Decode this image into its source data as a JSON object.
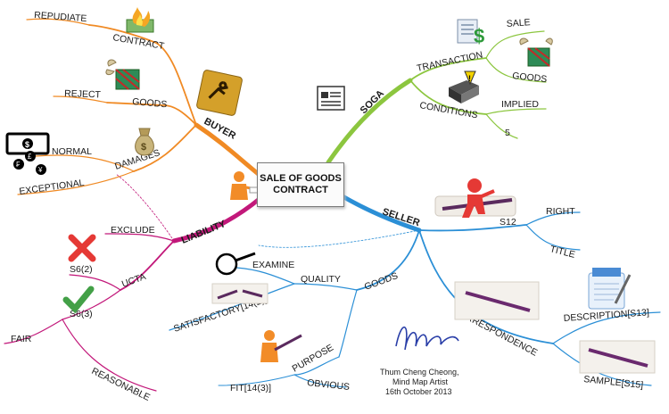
{
  "central": {
    "line1": "SALE OF GOODS",
    "line2": "CONTRACT"
  },
  "branches": {
    "buyer": {
      "label": "BUYER",
      "contract": "CONTRACT",
      "repudiate": "REPUDIATE",
      "goods": "GOODS",
      "reject": "REJECT",
      "damages": "DAMAGES",
      "normal": "NORMAL",
      "exceptional": "EXCEPTIONAL"
    },
    "soga": {
      "label": "SOGA",
      "transaction": "TRANSACTION",
      "sale": "SALE",
      "goods": "GOODS",
      "conditions": "CONDITIONS",
      "implied": "IMPLIED",
      "five": "5"
    },
    "seller": {
      "label": "SELLER",
      "s12": "S12",
      "right": "RIGHT",
      "title": "TITLE",
      "goods": "GOODS",
      "quality": "QUALITY",
      "examine": "EXAMINE",
      "satisfactory": "SATISFACTORY[14(2)]",
      "purpose": "PURPOSE",
      "fit": "FIT[14(3)]",
      "obvious": "OBVIOUS",
      "correspondence": "CORRESPONDENCE",
      "description": "DESCRIPTION[S13]",
      "sample": "SAMPLE[S15]"
    },
    "liability": {
      "label": "LIABILITY",
      "exclude": "EXCLUDE",
      "s62": "S6(2)",
      "ucta": "UCTA",
      "s63": "S6(3)",
      "fair": "FAIR",
      "reasonable": "REASONABLE"
    }
  },
  "credit": {
    "name": "Thum Cheng Cheong,",
    "role": "Mind Map Artist",
    "date": "16th October 2013"
  },
  "colors": {
    "buyer": "#f08a24",
    "soga": "#8cc63f",
    "seller": "#2b8fd6",
    "liability": "#c2187a"
  }
}
